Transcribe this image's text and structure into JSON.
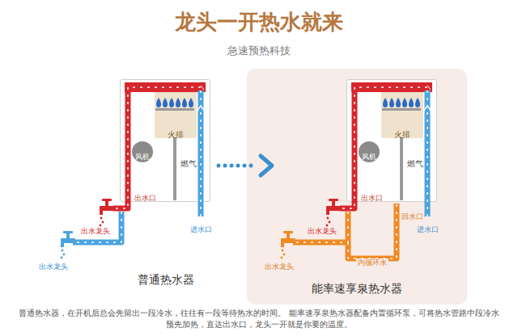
{
  "diagram": {
    "title": "龙头一开热水就来",
    "caption": "普通热水器，在开机后总会先留出一段冷水，往往有一段等待热水的时间。 能率速享泉热水器配备内置循环泵，可将热水管路中段冷水预先加热，直达出水口，龙头一开就是你要的温度。",
    "nodes": [
      {
        "text": [
          "燃气",
          "出水口"
        ]
      },
      {
        "text": [
          "火排"
        ],
        "in": 0
      },
      {
        "text": [
          "风机"
        ],
        "in": 0
      },
      {
        "text": [
          "能率速享泉热水器"
        ]
      },
      {
        "text": [
          "燃气",
          "出水口"
        ],
        "in": 3
      },
      {
        "text": [
          "火排"
        ],
        "in": 4
      },
      {
        "text": [
          "风机"
        ],
        "in": 4
      }
    ],
    "labels": [
      "急速预热科技",
      "出水龙头",
      "出水龙头",
      "进水口",
      "普通热水器",
      "出水龙头",
      "回水口",
      "进水口",
      "内循环水",
      "出水龙头"
    ]
  }
}
